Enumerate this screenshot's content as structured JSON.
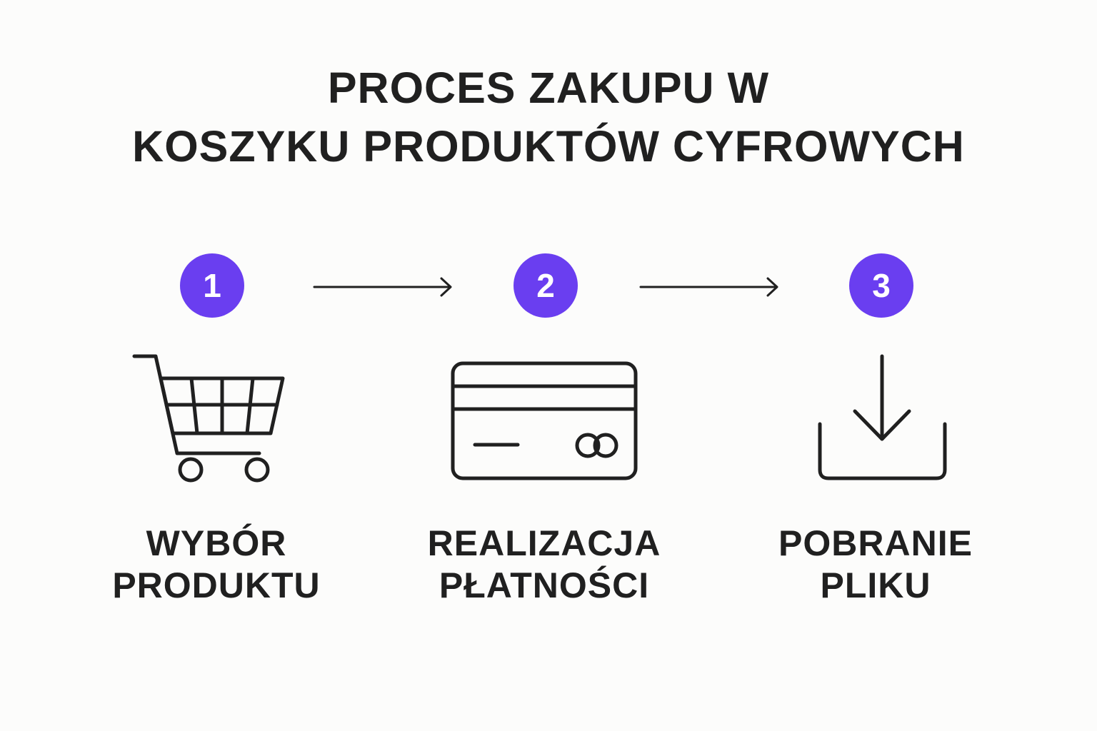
{
  "title": {
    "line1": "PROCES ZAKUPU W",
    "line2": "KOSZYKU PRODUKTÓW CYFROWYCH"
  },
  "accent_color": "#6a3ef0",
  "line_color": "#202020",
  "steps": [
    {
      "number": "1",
      "label_line1": "WYBÓR",
      "label_line2": "PRODUKTU",
      "icon": "shopping-cart-icon"
    },
    {
      "number": "2",
      "label_line1": "REALIZACJA",
      "label_line2": "PŁATNOŚCI",
      "icon": "credit-card-icon"
    },
    {
      "number": "3",
      "label_line1": "POBRANIE",
      "label_line2": "PLIKU",
      "icon": "download-icon"
    }
  ]
}
